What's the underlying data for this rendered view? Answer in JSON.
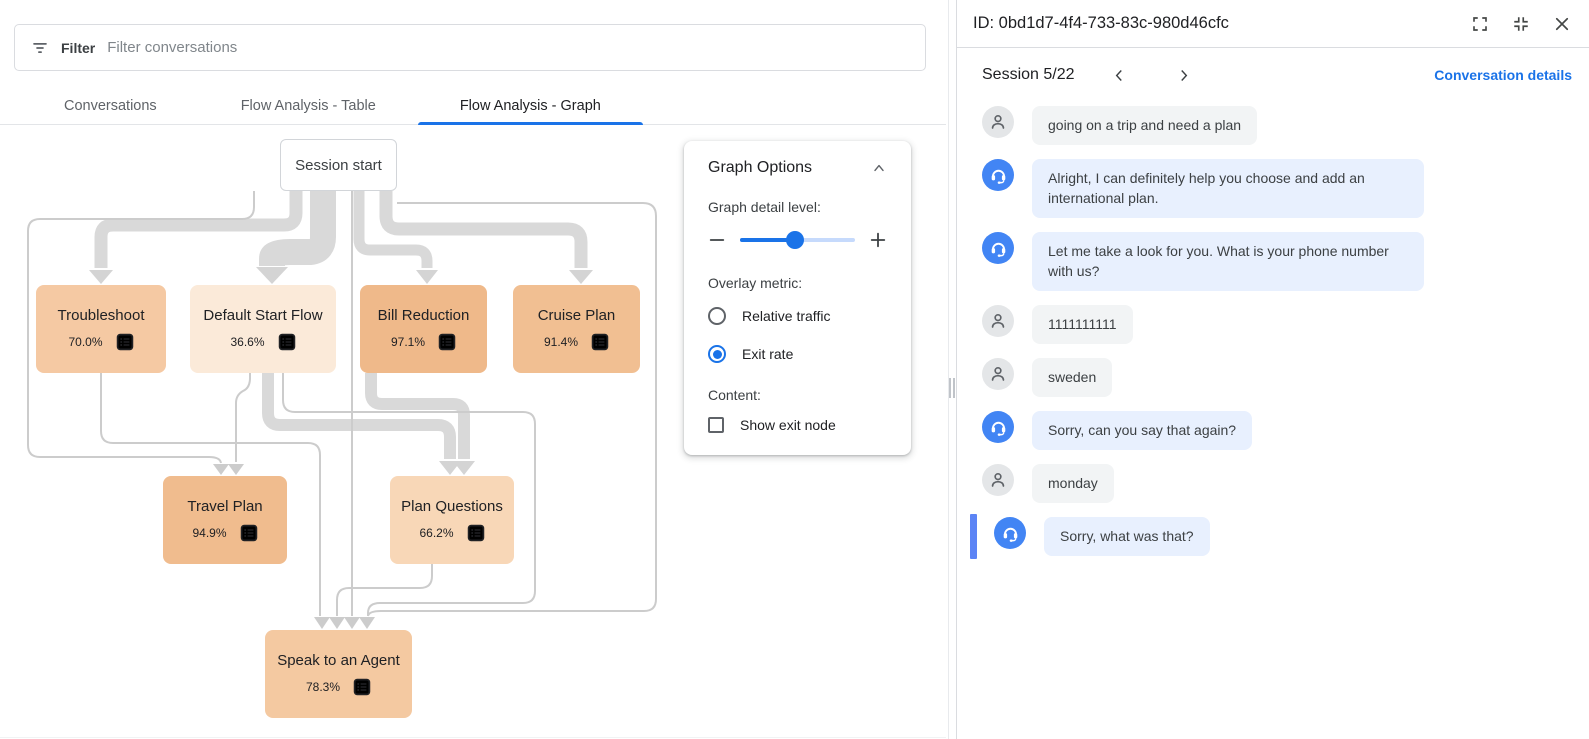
{
  "filter_bar": {
    "label": "Filter",
    "placeholder": "Filter conversations"
  },
  "tabs": [
    {
      "label": "Conversations",
      "active": false
    },
    {
      "label": "Flow Analysis - Table",
      "active": false
    },
    {
      "label": "Flow Analysis - Graph",
      "active": true
    }
  ],
  "graph": {
    "nodes": [
      {
        "id": "session-start",
        "label": "Session start",
        "type": "start"
      },
      {
        "id": "troubleshoot",
        "label": "Troubleshoot",
        "exit_rate": "70.0%",
        "color": "#f5c9a3"
      },
      {
        "id": "default-start-flow",
        "label": "Default Start Flow",
        "exit_rate": "36.6%",
        "color": "#fbead9"
      },
      {
        "id": "bill-reduction",
        "label": "Bill Reduction",
        "exit_rate": "97.1%",
        "color": "#efb98a"
      },
      {
        "id": "cruise-plan",
        "label": "Cruise Plan",
        "exit_rate": "91.4%",
        "color": "#f1bf92"
      },
      {
        "id": "travel-plan",
        "label": "Travel Plan",
        "exit_rate": "94.9%",
        "color": "#f0bc8e"
      },
      {
        "id": "plan-questions",
        "label": "Plan Questions",
        "exit_rate": "66.2%",
        "color": "#f8d7b7"
      },
      {
        "id": "speak-to-an-agent",
        "label": "Speak to an Agent",
        "exit_rate": "78.3%",
        "color": "#f4c9a1"
      }
    ],
    "edges": [
      {
        "from": "session-start",
        "to": "troubleshoot",
        "weight": "thick"
      },
      {
        "from": "session-start",
        "to": "default-start-flow",
        "weight": "thick"
      },
      {
        "from": "session-start",
        "to": "bill-reduction",
        "weight": "thick"
      },
      {
        "from": "session-start",
        "to": "cruise-plan",
        "weight": "thick"
      },
      {
        "from": "session-start",
        "to": "travel-plan",
        "weight": "thin"
      },
      {
        "from": "session-start",
        "to": "speak-to-an-agent",
        "weight": "thin"
      },
      {
        "from": "session-start",
        "to": "speak-to-an-agent",
        "weight": "thin-right-loop"
      },
      {
        "from": "troubleshoot",
        "to": "speak-to-an-agent",
        "weight": "thin"
      },
      {
        "from": "default-start-flow",
        "to": "travel-plan",
        "weight": "thin"
      },
      {
        "from": "default-start-flow",
        "to": "plan-questions",
        "weight": "thick"
      },
      {
        "from": "default-start-flow",
        "to": "speak-to-an-agent",
        "weight": "thin"
      },
      {
        "from": "bill-reduction",
        "to": "plan-questions",
        "weight": "thick"
      },
      {
        "from": "plan-questions",
        "to": "speak-to-an-agent",
        "weight": "thin"
      }
    ]
  },
  "graph_options": {
    "title": "Graph Options",
    "detail_label": "Graph detail level:",
    "slider_value_pct": 48,
    "slider_fill": "48%",
    "overlay_label": "Overlay metric:",
    "radios": [
      {
        "label": "Relative traffic",
        "selected": false
      },
      {
        "label": "Exit rate",
        "selected": true
      }
    ],
    "content_label": "Content:",
    "checkbox": {
      "label": "Show exit node",
      "checked": false
    },
    "accent_color": "#1a73e8"
  },
  "detail_panel": {
    "title": "ID: 0bd1d7-4f4-733-83c-980d46cfc",
    "session_label": "Session 5/22",
    "details_link": "Conversation details",
    "selected_indicator_color": "#5c84f5",
    "agent_color": "#4285f4",
    "messages": [
      {
        "role": "user",
        "text": "going on a trip and need a plan",
        "selected": false
      },
      {
        "role": "agent",
        "text": "Alright, I can definitely help you choose and add an international plan.",
        "selected": false
      },
      {
        "role": "agent",
        "text": "Let me take a look for you. What is your phone number with us?",
        "selected": false
      },
      {
        "role": "user",
        "text": "1111111111",
        "selected": false
      },
      {
        "role": "user",
        "text": "sweden",
        "selected": false
      },
      {
        "role": "agent",
        "text": "Sorry, can you say that again?",
        "selected": false
      },
      {
        "role": "user",
        "text": "monday",
        "selected": false
      },
      {
        "role": "agent",
        "text": "Sorry, what was that?",
        "selected": true
      }
    ]
  }
}
